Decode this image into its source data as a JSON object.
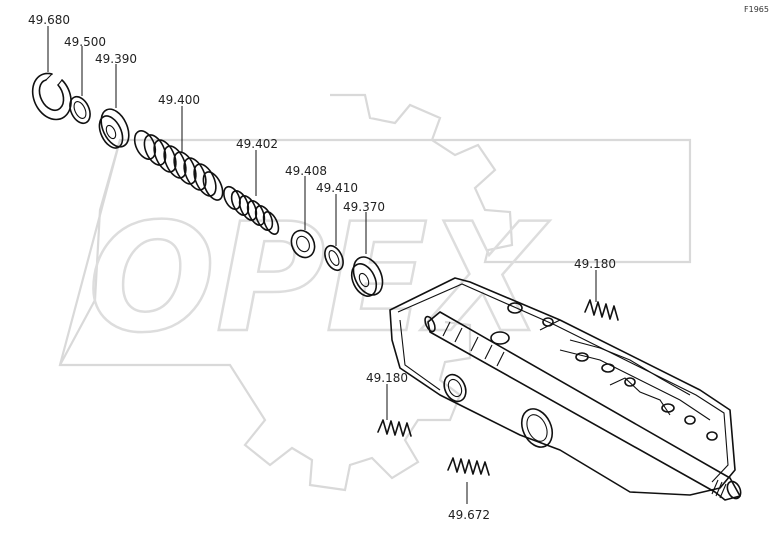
{
  "corner_mark": "F1965",
  "watermark": "OPEX",
  "labels": {
    "p49_680": "49.680",
    "p49_500": "49.500",
    "p49_390": "49.390",
    "p49_400": "49.400",
    "p49_402": "49.402",
    "p49_408": "49.408",
    "p49_410": "49.410",
    "p49_370": "49.370",
    "p49_180_top": "49.180",
    "p49_180_bottom": "49.180",
    "p49_672": "49.672"
  }
}
